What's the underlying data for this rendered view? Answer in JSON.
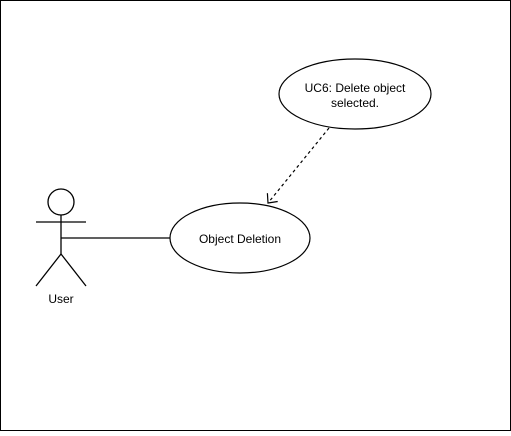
{
  "diagram": {
    "actor": {
      "label": "User"
    },
    "use_cases": [
      {
        "id": "object-deletion",
        "label_lines": [
          "Object Deletion"
        ]
      },
      {
        "id": "uc6",
        "label_lines": [
          "UC6: Delete object",
          "selected."
        ]
      }
    ],
    "relationships": [
      {
        "type": "association",
        "from": "User",
        "to": "Object Deletion"
      },
      {
        "type": "dependency",
        "style": "dashed",
        "from": "UC6: Delete object selected.",
        "to": "Object Deletion"
      }
    ]
  }
}
